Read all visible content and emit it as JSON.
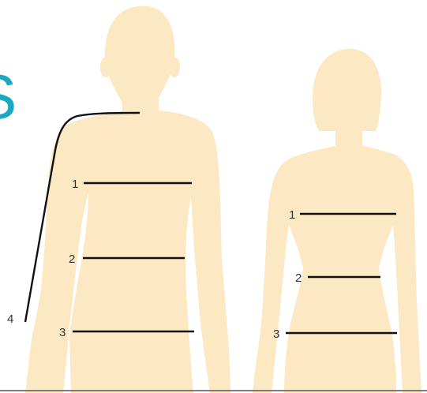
{
  "colors": {
    "silhouette": "#fce8c2",
    "accent": "#19a7c4",
    "measure_line": "#111111",
    "bottom_rule": "#555555"
  },
  "edge_glyph": "S",
  "male_figure": {
    "labels": {
      "chest": "1",
      "waist": "2",
      "hips": "3",
      "arm_length": "4"
    }
  },
  "female_figure": {
    "labels": {
      "bust": "1",
      "waist": "2",
      "hips": "3"
    }
  }
}
